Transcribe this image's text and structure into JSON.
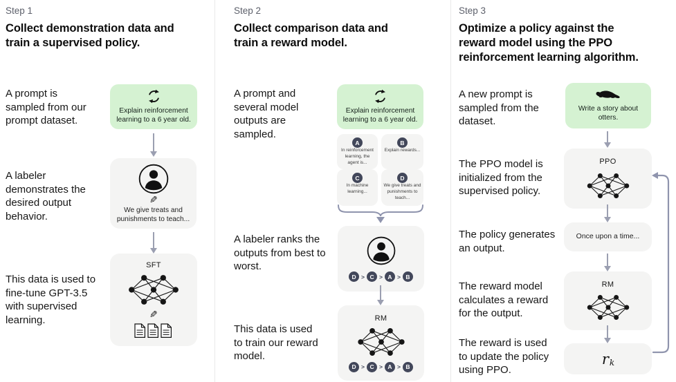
{
  "step1": {
    "label": "Step 1",
    "heading": "Collect demonstration data and train a supervised policy.",
    "caption1": "A prompt is sampled from our prompt dataset.",
    "caption2": "A labeler demonstrates the desired output behavior.",
    "caption3": "This data is used to fine-tune GPT-3.5 with supervised learning.",
    "prompt_text": "Explain reinforcement learning to a 6 year old.",
    "labeler_text": "We give treats and punishments to teach...",
    "sft_title": "SFT"
  },
  "step2": {
    "label": "Step 2",
    "heading": "Collect comparison data and train a reward model.",
    "caption1": "A prompt and several model outputs are sampled.",
    "caption2": "A labeler ranks the outputs from best to worst.",
    "caption3": "This data is used to train our reward model.",
    "prompt_text": "Explain reinforcement learning to a 6 year old.",
    "outputs": [
      {
        "id": "A",
        "text": "In reinforcement learning, the agent is..."
      },
      {
        "id": "B",
        "text": "Explain rewards..."
      },
      {
        "id": "C",
        "text": "In machine learning..."
      },
      {
        "id": "D",
        "text": "We give treats and punishments to teach..."
      }
    ],
    "ranking": {
      "order": [
        "D",
        "C",
        "A",
        "B"
      ],
      "sep": ">"
    },
    "rm_title": "RM"
  },
  "step3": {
    "label": "Step 3",
    "heading": "Optimize a policy against the reward model using the PPO reinforcement learning algorithm.",
    "caption1": "A new prompt is sampled from the dataset.",
    "caption2": "The PPO model is initialized from the supervised policy.",
    "caption3": "The policy generates an output.",
    "caption4": "The reward model calculates a reward for the output.",
    "caption5": "The reward is used to update the policy using PPO.",
    "prompt_text": "Write a story about otters.",
    "ppo_title": "PPO",
    "output_text": "Once upon a time...",
    "rm_title": "RM",
    "reward_symbol": "r",
    "reward_subscript": "k"
  },
  "icons": {
    "pencil_glyph": "✎",
    "prompt_step1_2": "cycle-icon",
    "prompt_step3": "otter-icon",
    "labeler": "person-icon",
    "model": "network-icon",
    "data": "documents-icon"
  },
  "colors": {
    "prompt_box_green": "#d5f2d2",
    "model_box_gray": "#f4f4f3",
    "badge_dark": "#42475a",
    "arrow_gray": "#9b9fb1",
    "brace_purple": "#8f94ad"
  }
}
